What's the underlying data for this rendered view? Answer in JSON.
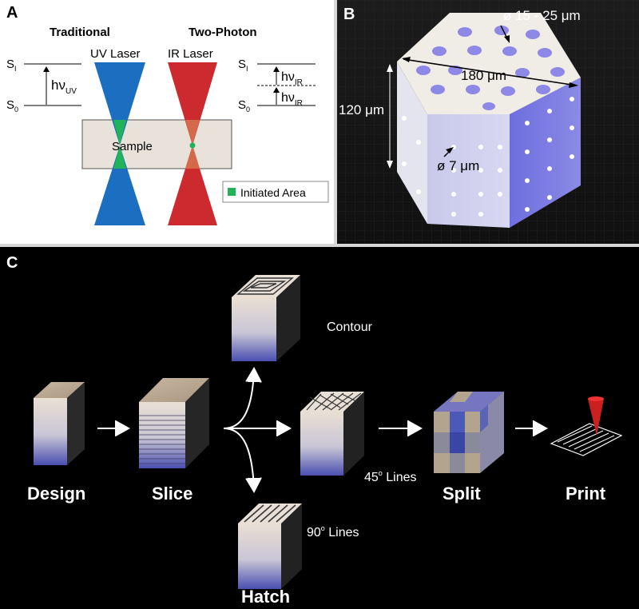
{
  "panel_a": {
    "letter": "A",
    "traditional": "Traditional",
    "two_photon": "Two-Photon",
    "uv_laser": "UV Laser",
    "ir_laser": "IR Laser",
    "sample": "Sample",
    "initiated_area": "Initiated Area",
    "s_level": "S",
    "s1_sub": "I",
    "s0_sub": "0",
    "hv": "hν",
    "uv_sub": "UV",
    "ir_sub": "IR"
  },
  "panel_b": {
    "letter": "B",
    "pore_diameter": "ø 15 - 25 μm",
    "width": "180 μm",
    "height": "120 μm",
    "small_pore": "ø 7 μm"
  },
  "panel_c": {
    "letter": "C",
    "steps": [
      "Design",
      "Slice",
      "Hatch",
      "Split",
      "Print"
    ],
    "contour": "Contour",
    "lines45": "45",
    "lines90": "90",
    "lines_word": "Lines",
    "degree": "o"
  },
  "colors": {
    "uv_blue": "#1c6fc0",
    "ir_red": "#cc2a2e",
    "initiated_green": "#21b35a",
    "sample_fill": "#e9e2da",
    "cube_top": "#b8a68f",
    "hex_side": "#7a7ae0"
  }
}
